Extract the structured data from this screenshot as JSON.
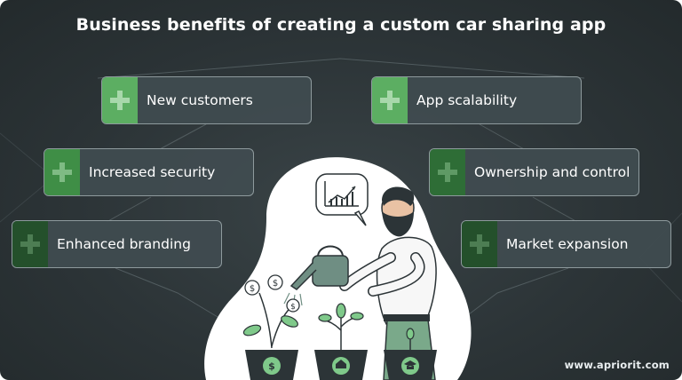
{
  "title": "Business benefits of creating a custom car sharing app",
  "benefits": [
    {
      "label": "New customers",
      "accent": "#5cae62"
    },
    {
      "label": "App scalability",
      "accent": "#5cae62"
    },
    {
      "label": "Increased security",
      "accent": "#3f8e46"
    },
    {
      "label": "Ownership and control",
      "accent": "#2e6d36"
    },
    {
      "label": "Enhanced branding",
      "accent": "#24502b"
    },
    {
      "label": "Market expansion",
      "accent": "#24502b"
    }
  ],
  "watermark": "www.apriorit.com",
  "colors": {
    "background": "#2c3437",
    "card": "#404c50",
    "card_border": "#8e9a9d",
    "text": "#ffffff"
  },
  "icons": [
    "plus-icon",
    "chart-speech-bubble-icon",
    "watering-can-icon",
    "dollar-coin-icon",
    "house-icon",
    "graduation-cap-icon"
  ]
}
